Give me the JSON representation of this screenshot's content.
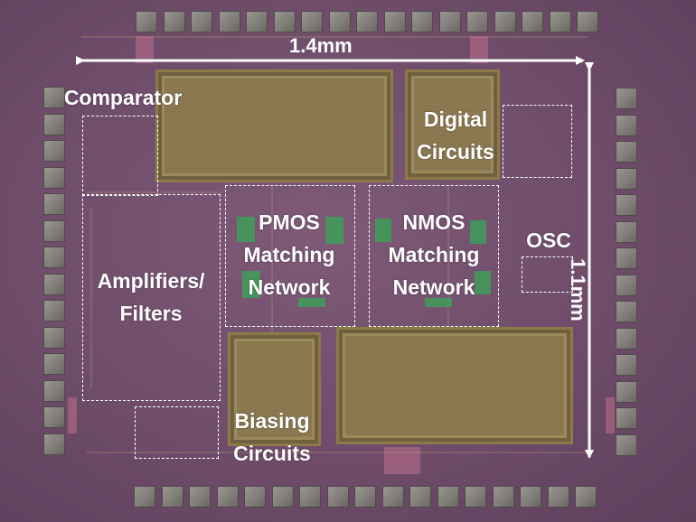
{
  "dimensions": {
    "width_label": "1.4mm",
    "height_label": "1.1mm"
  },
  "blocks": {
    "comparator": {
      "lines": [
        "Comparator"
      ]
    },
    "digital": {
      "lines": [
        "Digital",
        "Circuits"
      ]
    },
    "pmos": {
      "lines": [
        "PMOS",
        "Matching",
        "Network"
      ]
    },
    "nmos": {
      "lines": [
        "NMOS",
        "Matching",
        "Network"
      ]
    },
    "osc": {
      "lines": [
        "OSC"
      ]
    },
    "amplifiers": {
      "lines": [
        "Amplifiers/",
        "Filters"
      ]
    },
    "biasing": {
      "lines": [
        "Biasing",
        "Circuits"
      ]
    }
  },
  "colors": {
    "substrate": "#6e4c6a",
    "pad": "#8a8680",
    "capacitor": "#8d7a52",
    "annotation": "#ffffff"
  }
}
